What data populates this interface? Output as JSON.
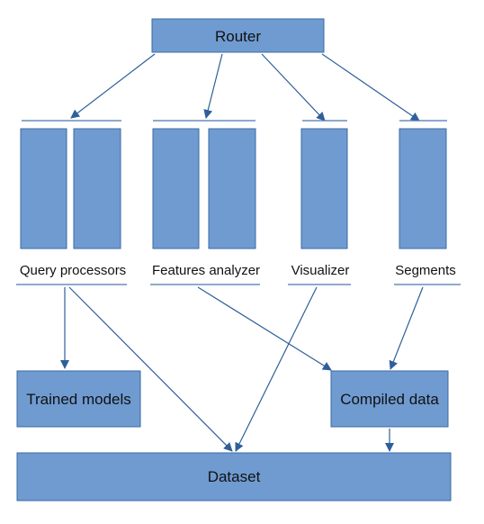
{
  "nodes": {
    "router": "Router",
    "query_processors": "Query processors",
    "features_analyzer": "Features analyzer",
    "visualizer": "Visualizer",
    "segments": "Segments",
    "trained_models": "Trained models",
    "compiled_data": "Compiled data",
    "dataset": "Dataset"
  },
  "colors": {
    "box_fill": "#6f9bd1",
    "box_stroke": "#3b6aa3",
    "arrow": "#2f5f99",
    "background": "#ffffff"
  }
}
